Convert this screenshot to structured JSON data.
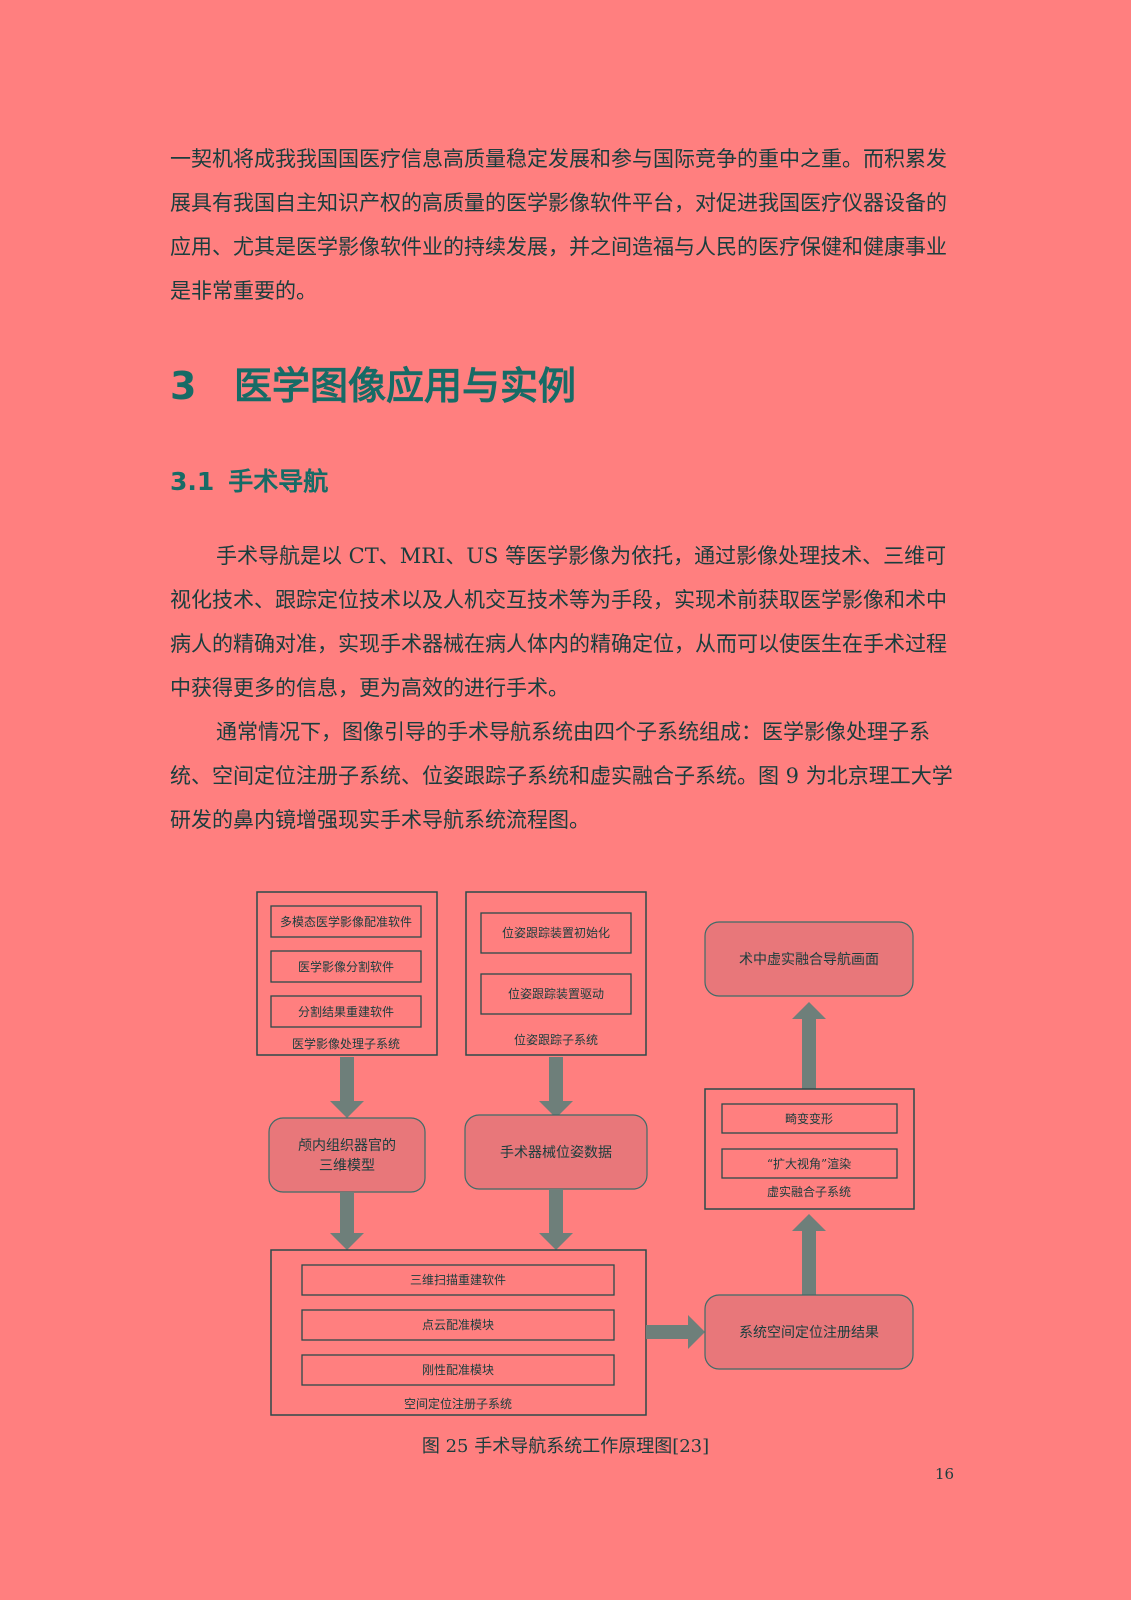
{
  "paragraphs": {
    "p1": "一契机将成我我国国医疗信息高质量稳定发展和参与国际竞争的重中之重。而积累发展具有我国自主知识产权的高质量的医学影像软件平台，对促进我国医疗仪器设备的应用、尤其是医学影像软件业的持续发展，并之间造福与人民的医疗保健和健康事业是非常重要的。",
    "p2": "手术导航是以 CT、MRI、US 等医学影像为依托，通过影像处理技术、三维可视化技术、跟踪定位技术以及人机交互技术等为手段，实现术前获取医学影像和术中病人的精确对准，实现手术器械在病人体内的精确定位，从而可以使医生在手术过程中获得更多的信息，更为高效的进行手术。",
    "p3": "通常情况下，图像引导的手术导航系统由四个子系统组成：医学影像处理子系统、空间定位注册子系统、位姿跟踪子系统和虚实融合子系统。图 9 为北京理工大学研发的鼻内镜增强现实手术导航系统流程图。"
  },
  "headings": {
    "h1_num": "3",
    "h1_text": "医学图像应用与实例",
    "h2_num": "3.1",
    "h2_text": "手术导航"
  },
  "diagram": {
    "box_medical": {
      "items": [
        "多模态医学影像配准软件",
        "医学影像分割软件",
        "分割结果重建软件"
      ],
      "label": "医学影像处理子系统"
    },
    "box_tracking": {
      "items": [
        "位姿跟踪装置初始化",
        "位姿跟踪装置驱动"
      ],
      "label": "位姿跟踪子系统"
    },
    "node_model": [
      "颅内组织器官的",
      "三维模型"
    ],
    "node_pose": "手术器械位姿数据",
    "box_registration": {
      "items": [
        "三维扫描重建软件",
        "点云配准模块",
        "刚性配准模块"
      ],
      "label": "空间定位注册子系统"
    },
    "node_result": "系统空间定位注册结果",
    "box_fusion": {
      "items": [
        "畸变变形",
        "“扩大视角”渲染"
      ],
      "label": "虚实融合子系统"
    },
    "node_output": "术中虚实融合导航画面"
  },
  "caption": "图 25  手术导航系统工作原理图[23]",
  "page_number": "16",
  "colors": {
    "background": "#ff7f7f",
    "heading": "#176b66",
    "arrow": "#6e7f7a",
    "rounded_node_fill": "#e8777a"
  }
}
